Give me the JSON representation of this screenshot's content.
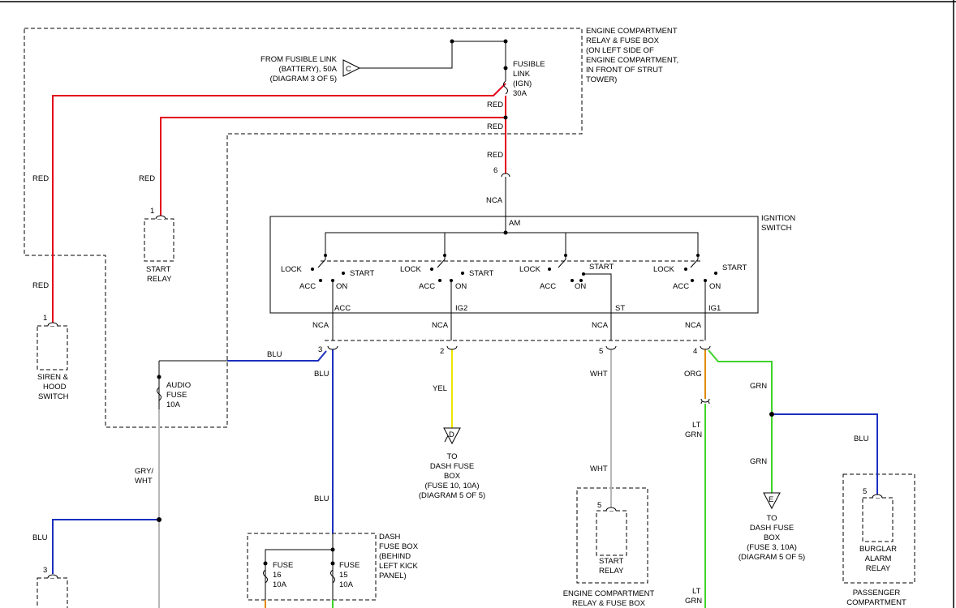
{
  "colors": {
    "red": "#e3001b",
    "blue": "#1c2fbf",
    "green": "#3fd32a",
    "yellow": "#f0e600",
    "orange": "#e08a00",
    "gray": "#b8b8b8",
    "black": "#000000"
  },
  "labels": {
    "ecb1": "ENGINE COMPARTMENT",
    "ecb2": "RELAY & FUSE BOX",
    "ecb3": "(ON LEFT SIDE OF",
    "ecb4": "ENGINE COMPARTMENT,",
    "ecb5": "IN FRONT OF STRUT",
    "ecb6": "TOWER)",
    "ffl1": "FROM FUSIBLE LINK",
    "ffl2": "(BATTERY), 50A",
    "ffl3": "(DIAGRAM 3 OF 5)",
    "conn_c": "C",
    "fl1": "FUSIBLE",
    "fl2": "LINK",
    "fl3": "(IGN)",
    "fl4": "30A",
    "red": "RED",
    "nca": "NCA",
    "blu": "BLU",
    "yel": "YEL",
    "wht": "WHT",
    "org": "ORG",
    "grn": "GRN",
    "lt": "LT",
    "grywht1": "GRY/",
    "grywht2": "WHT",
    "pin6": "6",
    "pin1": "1",
    "pin3": "3",
    "pin2": "2",
    "pin5": "5",
    "pin4": "4",
    "sr1": "START",
    "sr2": "RELAY",
    "sh1": "SIREN &",
    "sh2": "HOOD",
    "sh3": "SWITCH",
    "am": "AM",
    "ig1t": "IGNITION",
    "ig2t": "SWITCH",
    "lock": "LOCK",
    "start": "START",
    "acc": "ACC",
    "on": "ON",
    "t_acc": "ACC",
    "t_ig2": "IG2",
    "t_st": "ST",
    "t_ig1": "IG1",
    "af1": "AUDIO",
    "af2": "FUSE",
    "af3": "10A",
    "conn_d": "D",
    "to": "TO",
    "dfb1": "DASH FUSE",
    "dfb2": "BOX",
    "dfbd1": "(FUSE 10, 10A)",
    "dfbd2": "(DIAGRAM 5 OF 5)",
    "conn_e": "E",
    "dfbe1": "(FUSE 3, 10A)",
    "dfbe2": "(DIAGRAM 5 OF 5)",
    "db1": "DASH",
    "db2": "FUSE BOX",
    "db3": "(BEHIND",
    "db4": "LEFT KICK",
    "db5": "PANEL)",
    "fuse": "FUSE",
    "f16": "16",
    "f15": "15",
    "a10": "10A",
    "ecr1": "ENGINE COMPARTMENT",
    "ecr2": "RELAY & FUSE BOX",
    "bar1": "BURGLAR",
    "bar2": "ALARM",
    "bar3": "RELAY",
    "pc1": "PASSENGER",
    "pc2": "COMPARTMENT"
  }
}
